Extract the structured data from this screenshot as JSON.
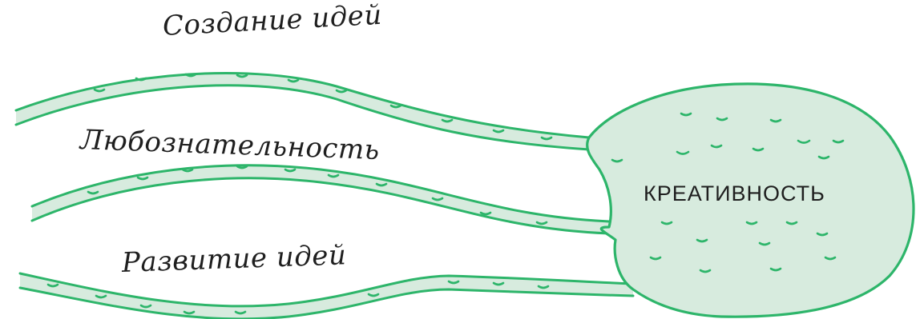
{
  "diagram": {
    "branches": [
      {
        "label": "Создание идей"
      },
      {
        "label": "Любознательность"
      },
      {
        "label": "Развитие идей"
      }
    ],
    "center": {
      "label": "КРЕАТИВНОСТЬ"
    }
  },
  "colors": {
    "stroke": "#2db56a",
    "fill": "#d7ebde",
    "text": "#1f1f1f",
    "background": "#ffffff"
  }
}
